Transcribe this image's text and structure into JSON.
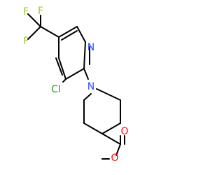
{
  "atoms": [
    {
      "id": "F1",
      "text": "F",
      "color": "#9acd32"
    },
    {
      "id": "F2",
      "text": "F",
      "color": "#9acd32"
    },
    {
      "id": "F3",
      "text": "F",
      "color": "#9acd32"
    },
    {
      "id": "N1",
      "text": "N",
      "color": "#3050f8"
    },
    {
      "id": "Cl",
      "text": "Cl",
      "color": "#1fa01f"
    },
    {
      "id": "N2",
      "text": "N",
      "color": "#3050f8"
    },
    {
      "id": "O1",
      "text": "O",
      "color": "#ff0d0d"
    },
    {
      "id": "O2",
      "text": "O",
      "color": "#ff0d0d"
    }
  ],
  "colors": {
    "bond": "#000000",
    "background": "#ffffff"
  }
}
